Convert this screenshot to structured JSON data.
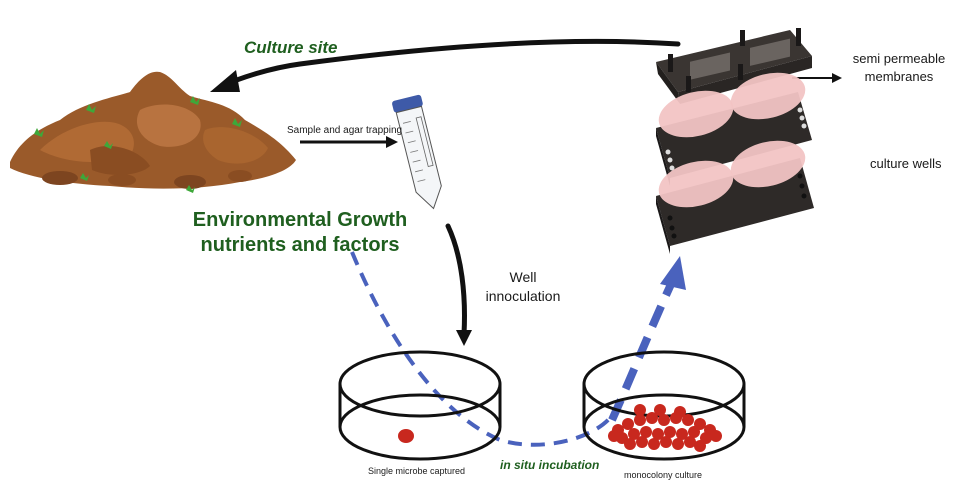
{
  "diagram": {
    "title_culture_site": "Culture site",
    "env_title_line1": "Environmental Growth",
    "env_title_line2": "nutrients and factors",
    "sample_label": "Sample and agar trapping",
    "well_label_line1": "Well",
    "well_label_line2": "innoculation",
    "membranes_label_line1": "semi permeable",
    "membranes_label_line2": "membranes",
    "wells_label": "culture wells",
    "single_microbe_label": "Single microbe captured",
    "incubation_label": "in situ incubation",
    "monocolony_label": "monocolony culture"
  },
  "colors": {
    "green_text": "#1f5f1f",
    "blue_arrow": "#4a62bd",
    "soil": "#9a5a2a",
    "microbe_red": "#c8281e",
    "membrane_pink": "#f2c4c4",
    "device_dark": "#2e2a28",
    "tube_cap": "#3e5aa8"
  },
  "nodes": [
    {
      "id": "soil",
      "name": "Culture site soil"
    },
    {
      "id": "tube",
      "name": "Sample tube"
    },
    {
      "id": "dish-single",
      "name": "Petri dish with single microbe"
    },
    {
      "id": "dish-colony",
      "name": "Petri dish with monocolony"
    },
    {
      "id": "device",
      "name": "Diffusion chamber device"
    }
  ],
  "edges": [
    {
      "from": "device",
      "to": "soil",
      "label": "Culture site"
    },
    {
      "from": "soil",
      "to": "tube",
      "label": "Sample and agar trapping"
    },
    {
      "from": "tube",
      "to": "dish-single",
      "label": "Well innoculation"
    },
    {
      "from": "dish-single",
      "to": "dish-colony",
      "label": "in situ incubation"
    },
    {
      "from": "dish-colony",
      "to": "device",
      "label": ""
    }
  ]
}
